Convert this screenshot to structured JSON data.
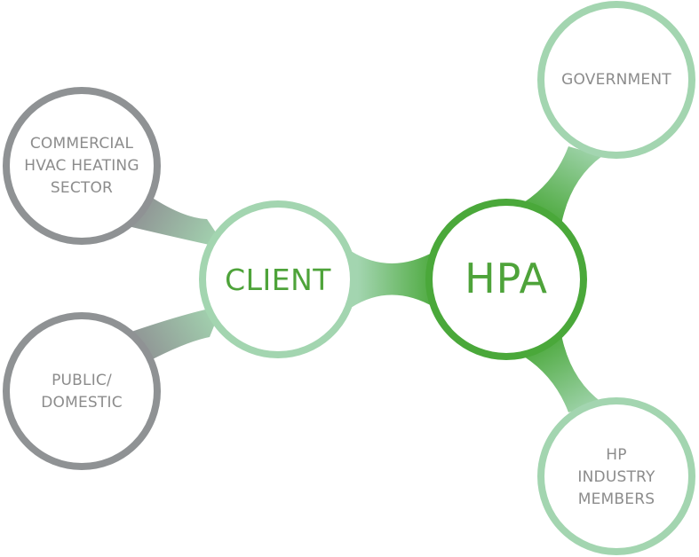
{
  "colors": {
    "grey_ring": "#8f9294",
    "light_green_ring": "#a3d5b0",
    "dark_green_ring": "#4aa83a",
    "label_grey": "#8c8c8c",
    "label_green": "#4ea33a"
  },
  "nodes": {
    "commercial": {
      "label": "COMMERCIAL\nHVAC HEATING\nSECTOR"
    },
    "public": {
      "label": "PUBLIC/\nDOMESTIC"
    },
    "client": {
      "label": "CLIENT"
    },
    "hpa": {
      "label": "HPA"
    },
    "government": {
      "label": "GOVERNMENT"
    },
    "members": {
      "label": "HP\nINDUSTRY\nMEMBERS"
    }
  }
}
